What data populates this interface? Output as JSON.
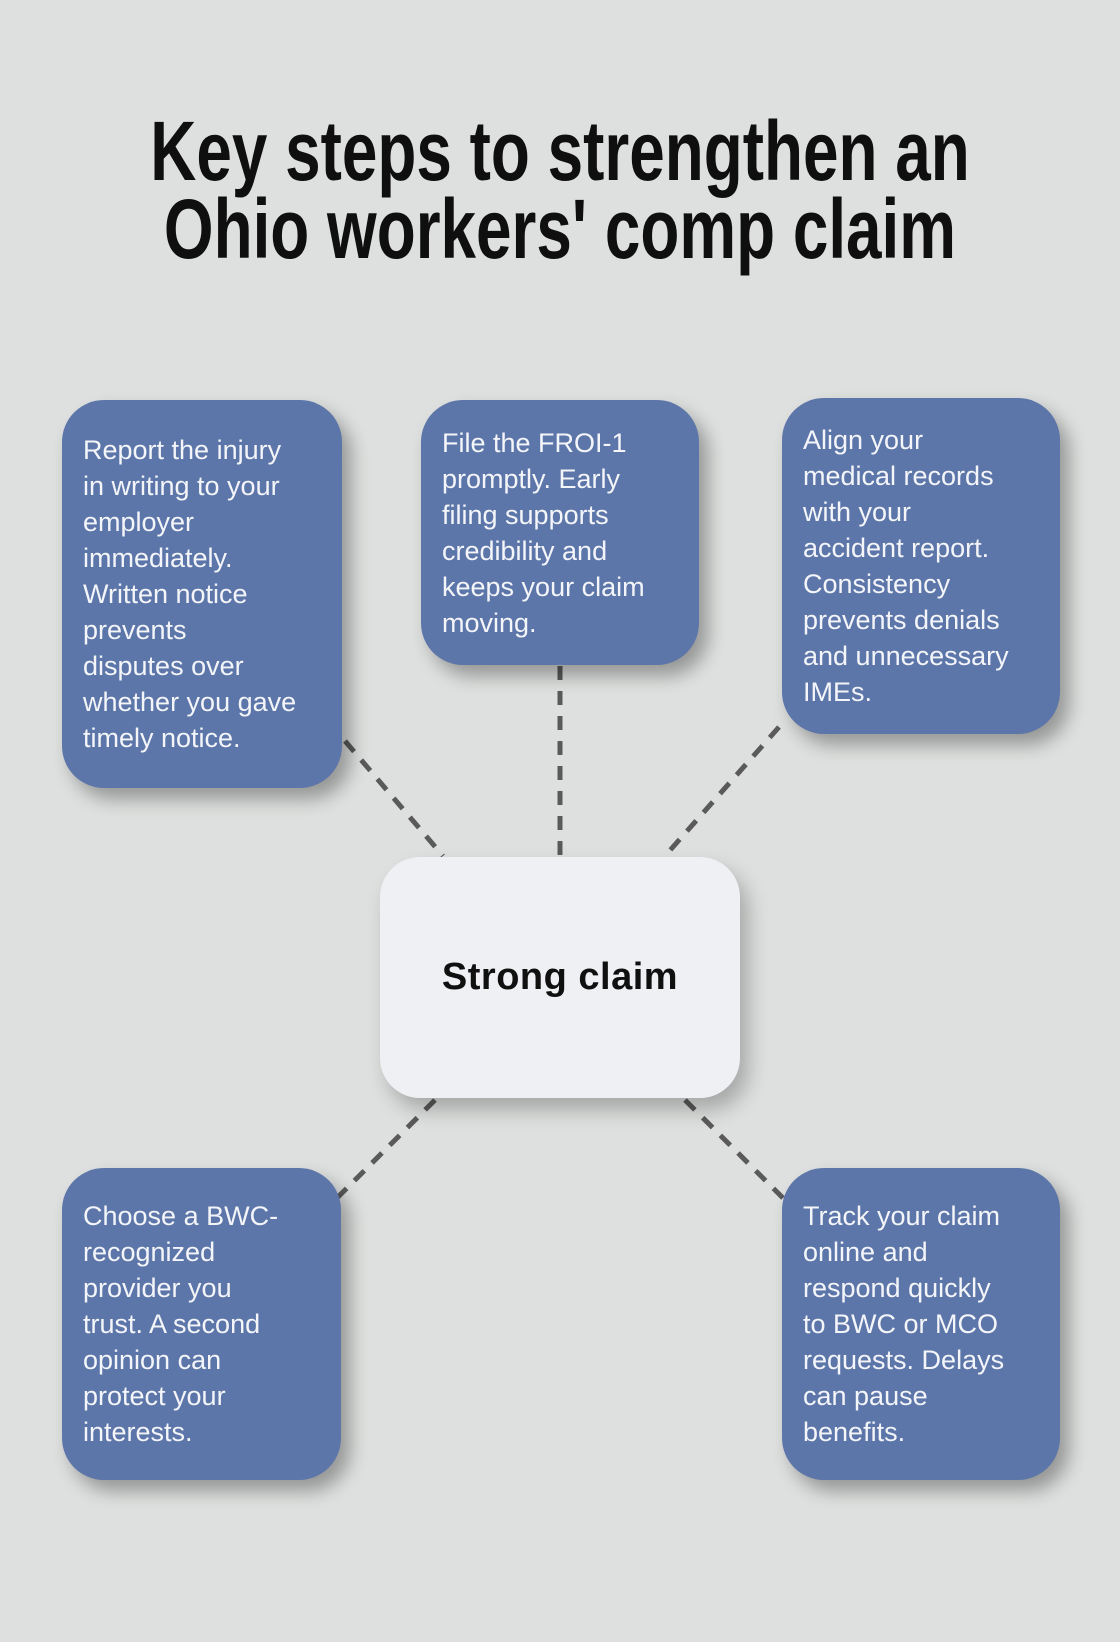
{
  "title": {
    "text": "Key steps to strengthen an\nOhio workers' comp claim"
  },
  "center_node": {
    "label": "Strong claim"
  },
  "steps": [
    {
      "name": "report-injury",
      "text": "Report the injury\nin writing to your\nemployer\nimmediately.\nWritten notice\nprevents\ndisputes over\nwhether you gave\ntimely notice."
    },
    {
      "name": "file-froi-1",
      "text": "File the FROI-1\npromptly. Early\nfiling supports\ncredibility and\nkeeps your claim\nmoving."
    },
    {
      "name": "align-medical-records",
      "text": "Align your\nmedical records\nwith your\naccident report.\nConsistency\nprevents denials\nand unnecessary\nIMEs."
    },
    {
      "name": "choose-provider",
      "text": "Choose a BWC-\nrecognized\nprovider you\ntrust. A second\nopinion can\nprotect your\ninterests."
    },
    {
      "name": "track-claim",
      "text": "Track your claim\nonline and\nrespond quickly\nto BWC or MCO\nrequests. Delays\ncan pause\nbenefits."
    }
  ],
  "colors": {
    "background": "#dee0df",
    "card-blue": "#5d76a9",
    "card-text": "#f3f5f9",
    "center-bg": "#eef0f3",
    "title-text": "#0f0f10",
    "connector": "#5a5a5a"
  }
}
